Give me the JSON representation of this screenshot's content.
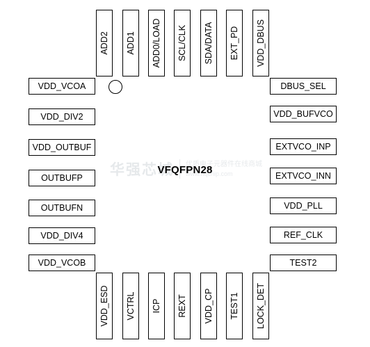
{
  "package": {
    "name": "VFQFPN28"
  },
  "pins": {
    "top": [
      "ADD2",
      "ADD1",
      "ADD0/LOAD",
      "SCL/CLK",
      "SDA/DATA",
      "EXT_PD",
      "VDD_DBUS"
    ],
    "left": [
      "VDD_VCOA",
      "VDD_DIV2",
      "VDD_OUTBUF",
      "OUTBUFP",
      "OUTBUFN",
      "VDD_DIV4",
      "VDD_VCOB"
    ],
    "right": [
      "DBUS_SEL",
      "VDD_BUFVCO",
      "EXTVCO_INP",
      "EXTVCO_INN",
      "VDD_PLL",
      "REF_CLK",
      "TEST2"
    ],
    "bottom": [
      "VDD_ESD",
      "VCTRL",
      "ICP",
      "REXT",
      "VDD_CP",
      "TEST1",
      "LOCK_DET"
    ]
  },
  "watermark": {
    "brand": "华强芯城",
    "tagline": "优质电子元器件在线商城",
    "url": "www.hqchip.com"
  }
}
